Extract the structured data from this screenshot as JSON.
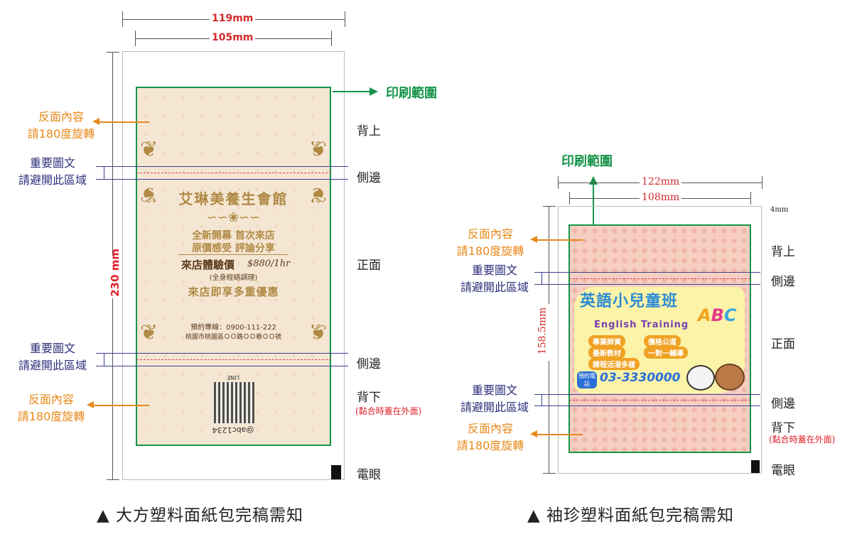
{
  "left": {
    "dim_outer": "119mm",
    "dim_inner": "105mm",
    "dim_height": "230 mm",
    "print_area": "印刷範圍",
    "reverse_content": [
      "反面內容",
      "請180度旋轉"
    ],
    "important": [
      "重要圖文",
      "請避開此區域"
    ],
    "zones": [
      "背上",
      "側邊",
      "正面",
      "側邊",
      "背下"
    ],
    "glue_note": "(黏合時蓋在外面)",
    "eye_mark": "電眼",
    "caption": "▲ 大方塑料面紙包完稿需知",
    "card": {
      "shop": "艾琳美養生會館",
      "line1": "全新開幕  首次來店",
      "line2": "原價感受  評論分享",
      "trial": "來店體驗價",
      "price": "$880/1hr",
      "sub": "(全身經絡調理)",
      "promo": "來店即享多重優惠",
      "phone": "預約專線：0900-111-222",
      "address": "桃園市桃園區ＯＯ路ＯＯ巷ＯＯ號",
      "line_id": "@abc1234",
      "line_label": "LINE"
    }
  },
  "right": {
    "dim_outer": "122mm",
    "dim_inner": "108mm",
    "dim_height": "158.5mm",
    "dim_side": "4mm",
    "print_area": "印刷範圍",
    "reverse_content": [
      "反面內容",
      "請180度旋轉"
    ],
    "important": [
      "重要圖文",
      "請避開此區域"
    ],
    "zones": [
      "背上",
      "側邊",
      "正面",
      "側邊",
      "背下"
    ],
    "glue_note": "(黏合時蓋在外面)",
    "eye_mark": "電眼",
    "caption": "▲ 袖珍塑料面紙包完稿需知",
    "card": {
      "title": "英語小兒童班",
      "subtitle": "English Training",
      "abc": [
        "A",
        "B",
        "C"
      ],
      "features": [
        "專業師資",
        "價格公道",
        "最新教材",
        "一對一輔導",
        "課程活潑多樣"
      ],
      "call_badge": "預約電話",
      "phone": "03-3330000"
    }
  },
  "colors": {
    "orange": "#e8891b",
    "navy": "#2b2e7a",
    "green": "#16944a",
    "red": "#e0202a"
  }
}
